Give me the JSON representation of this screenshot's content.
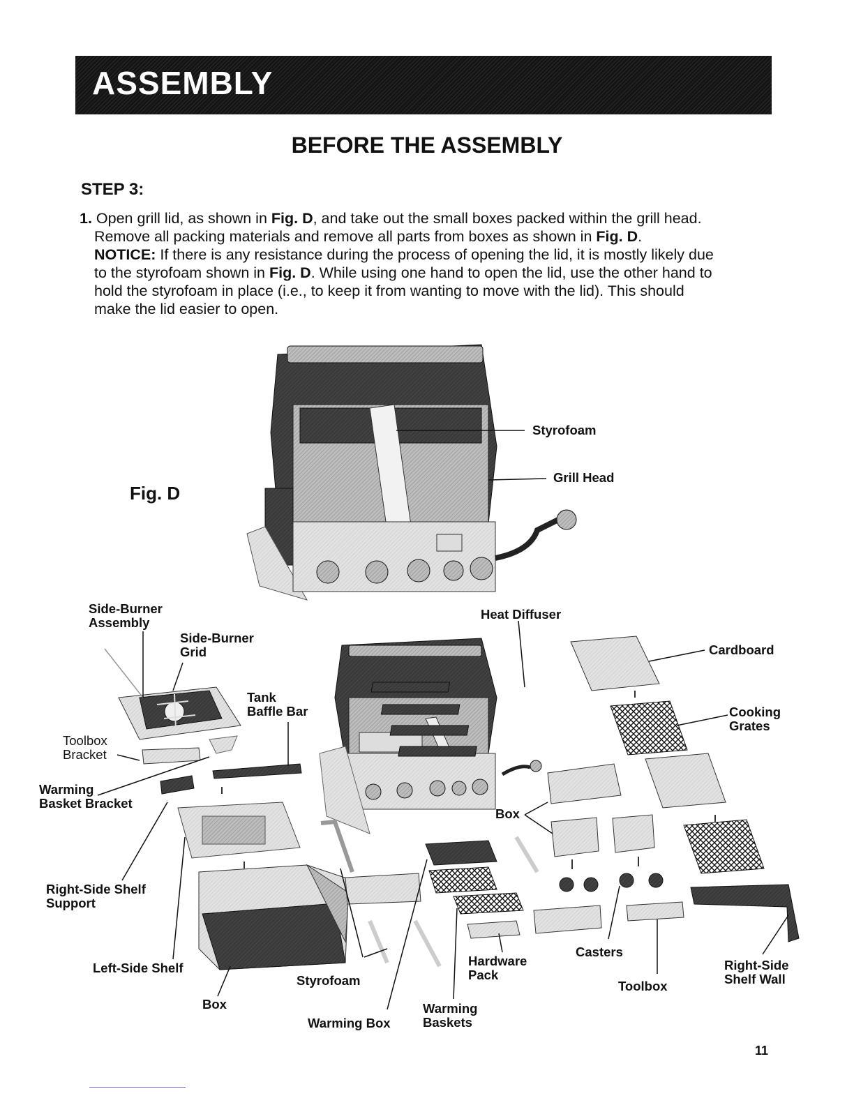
{
  "banner": {
    "title": "ASSEMBLY"
  },
  "section": {
    "heading": "BEFORE THE ASSEMBLY",
    "step": "STEP 3:"
  },
  "instruction": {
    "number": "1.",
    "line1_a": "Open grill lid, as shown in ",
    "fig_ref": "Fig. D",
    "line1_b": ", and take out the small boxes packed within the grill head.",
    "line2_a": "Remove all packing materials and remove all parts from boxes as shown in ",
    "line2_b": ".",
    "notice_label": "NOTICE:",
    "line3": " If there is any resistance during the process of opening the lid, it is mostly likely due",
    "line4_a": "to the styrofoam shown in ",
    "line4_b": ". While using one hand to open the lid, use the other hand to",
    "line5": "hold the styrofoam in place (i.e., to keep it from wanting to move with the lid). This should",
    "line6": "make the lid easier to open."
  },
  "figure": {
    "label": "Fig. D",
    "callouts": {
      "styrofoam_top": "Styrofoam",
      "grill_head": "Grill Head",
      "side_burner_assembly_1": "Side-Burner",
      "side_burner_assembly_2": "Assembly",
      "side_burner_grid_1": "Side-Burner",
      "side_burner_grid_2": "Grid",
      "tank_baffle_1": "Tank",
      "tank_baffle_2": "Baffle Bar",
      "toolbox_bracket_1": "Toolbox",
      "toolbox_bracket_2": "Bracket",
      "warming_basket_bracket_1": "Warming",
      "warming_basket_bracket_2": "Basket Bracket",
      "right_shelf_support_1": "Right-Side Shelf",
      "right_shelf_support_2": "Support",
      "left_side_shelf": "Left-Side Shelf",
      "box_bottom": "Box",
      "styrofoam_bottom": "Styrofoam",
      "warming_box": "Warming Box",
      "warming_baskets_1": "Warming",
      "warming_baskets_2": "Baskets",
      "hardware_pack_1": "Hardware",
      "hardware_pack_2": "Pack",
      "heat_diffuser": "Heat Diffuser",
      "cardboard": "Cardboard",
      "cooking_grates_1": "Cooking",
      "cooking_grates_2": "Grates",
      "box_middle": "Box",
      "casters": "Casters",
      "toolbox": "Toolbox",
      "right_side_shelf_wall_1": "Right-Side",
      "right_side_shelf_wall_2": "Shelf Wall"
    }
  },
  "page": {
    "number": "11"
  }
}
